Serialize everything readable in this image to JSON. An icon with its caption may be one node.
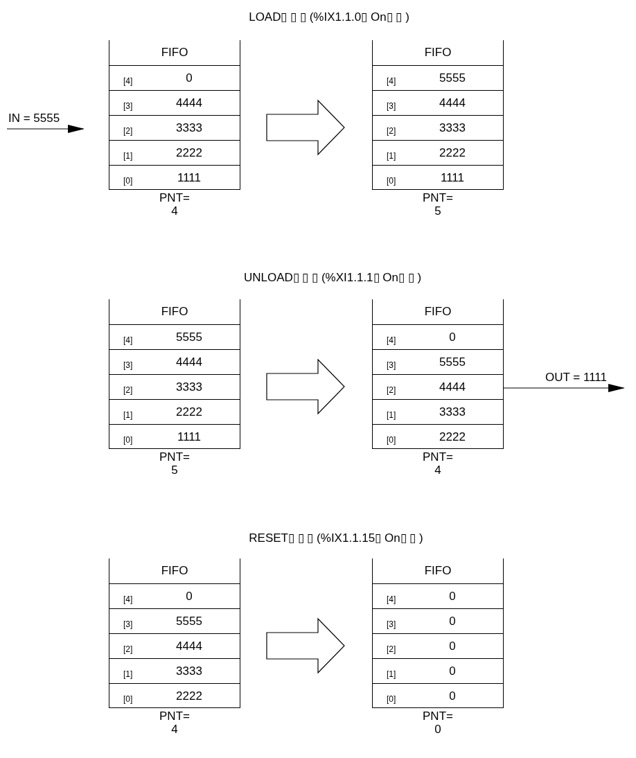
{
  "diagram": {
    "nodes": [
      {
        "text": [
          "FIFO"
        ],
        "beside": [
          "PNT= 4"
        ]
      },
      {
        "text": [
          "[4]",
          "0"
        ],
        "in": 0
      },
      {
        "text": [
          "[3]",
          "4444"
        ],
        "in": 0
      },
      {
        "text": [
          "[2]",
          "3333"
        ],
        "in": 0
      },
      {
        "text": [
          "[1]",
          "2222"
        ],
        "in": 0
      },
      {
        "text": [
          "[0]",
          "1111"
        ],
        "in": 0
      },
      {
        "text": [
          "FIFO"
        ],
        "beside": [
          "PNT= 5"
        ]
      },
      {
        "text": [
          "[4]",
          "5555"
        ],
        "in": 6
      },
      {
        "text": [
          "[3]",
          "4444"
        ],
        "in": 6
      },
      {
        "text": [
          "[2]",
          "3333"
        ],
        "in": 6
      },
      {
        "text": [
          "[1]",
          "2222"
        ],
        "in": 6
      },
      {
        "text": [
          "[0]",
          "1111"
        ],
        "in": 6
      },
      {
        "text": [
          "FIFO"
        ],
        "beside": [
          "PNT= 5"
        ]
      },
      {
        "text": [
          "[4]",
          "5555"
        ],
        "in": 12
      },
      {
        "text": [
          "[3]",
          "4444"
        ],
        "in": 12
      },
      {
        "text": [
          "[2]",
          "3333"
        ],
        "in": 12
      },
      {
        "text": [
          "[1]",
          "2222"
        ],
        "in": 12
      },
      {
        "text": [
          "[0]",
          "1111"
        ],
        "in": 12
      },
      {
        "text": [
          "FIFO"
        ],
        "beside": [
          "PNT= 4"
        ]
      },
      {
        "text": [
          "[4]",
          "0"
        ],
        "in": 18
      },
      {
        "text": [
          "[3]",
          "5555"
        ],
        "in": 18
      },
      {
        "text": [
          "[2]",
          "4444"
        ],
        "in": 18
      },
      {
        "text": [
          "[1]",
          "3333"
        ],
        "in": 18
      },
      {
        "text": [
          "[0]",
          "2222"
        ],
        "in": 18
      },
      {
        "text": [
          "FIFO"
        ],
        "beside": [
          "PNT= 4"
        ]
      },
      {
        "text": [
          "[4]",
          "0"
        ],
        "in": 24
      },
      {
        "text": [
          "[3]",
          "5555"
        ],
        "in": 24
      },
      {
        "text": [
          "[2]",
          "4444"
        ],
        "in": 24
      },
      {
        "text": [
          "[1]",
          "3333"
        ],
        "in": 24
      },
      {
        "text": [
          "[0]",
          "2222"
        ],
        "in": 24
      },
      {
        "text": [
          "FIFO"
        ],
        "beside": [
          "PNT= 0"
        ]
      },
      {
        "text": [
          "[4]",
          "0"
        ],
        "in": 30
      },
      {
        "text": [
          "[3]",
          "0"
        ],
        "in": 30
      },
      {
        "text": [
          "[2]",
          "0"
        ],
        "in": 30
      },
      {
        "text": [
          "[1]",
          "0"
        ],
        "in": 30
      },
      {
        "text": [
          "[0]",
          "0"
        ],
        "in": 30
      }
    ],
    "edges": [
      {
        "from": null,
        "to": 0,
        "arrow": "to",
        "label": "IN = 5555"
      },
      {
        "from": 0,
        "to": 6,
        "arrow": "to",
        "style": "thick"
      },
      {
        "from": 12,
        "to": 18,
        "arrow": "to",
        "style": "thick"
      },
      {
        "from": 18,
        "to": null,
        "arrow": "to",
        "label": "OUT = 1111"
      },
      {
        "from": 24,
        "to": 30,
        "arrow": "to",
        "style": "thick"
      }
    ],
    "labels": [
      "LOAD▯ ▯ ▯ (%IX1.1.0▯ On▯ ▯ )",
      "UNLOAD▯ ▯ ▯ (%XI1.1.1▯ On▯ ▯ )",
      "RESET▯ ▯ ▯ (%IX1.1.15▯ On▯ ▯ )"
    ]
  }
}
